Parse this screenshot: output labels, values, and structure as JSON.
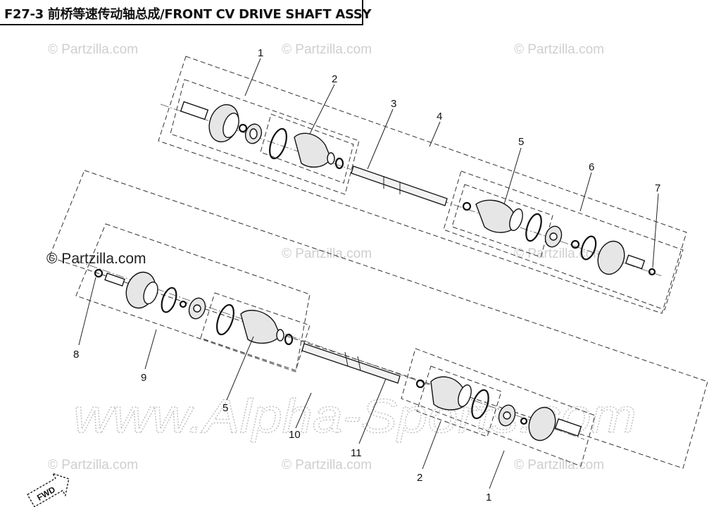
{
  "title": "F27-3 前桥等速传动轴总成/FRONT CV DRIVE SHAFT ASSY",
  "watermarks": {
    "partzilla_light": "© Partzilla.com",
    "partzilla_dark": "© Partzilla.com",
    "alpha_sports": "www.Alpha-Sports.com"
  },
  "fwd_label": "FWD",
  "callouts": {
    "c1_top": "1",
    "c2_top": "2",
    "c3": "3",
    "c4": "4",
    "c5_top": "5",
    "c6": "6",
    "c7": "7",
    "c8": "8",
    "c9": "9",
    "c5_bottom": "5",
    "c10": "10",
    "c11": "11",
    "c2_bottom": "2",
    "c1_bottom": "1"
  },
  "colors": {
    "line": "#111111",
    "watermark": "#cfcfcf"
  }
}
